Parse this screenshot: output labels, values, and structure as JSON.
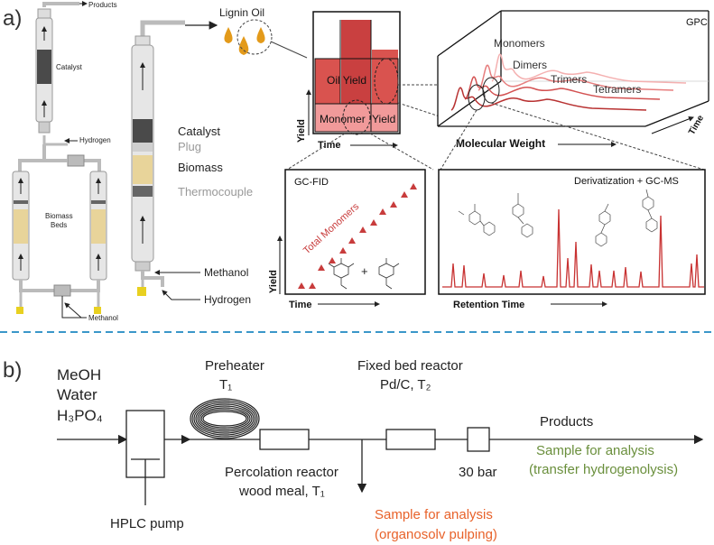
{
  "panel_a": {
    "label": "a)",
    "small_reactor": {
      "products": "Products",
      "catalyst": "Catalyst",
      "hydrogen": "Hydrogen",
      "biomass_beds_line1": "Biomass",
      "biomass_beds_line2": "Beds",
      "methanol": "Methanol"
    },
    "big_reactor": {
      "catalyst": "Catalyst",
      "plug": "Plug",
      "biomass": "Biomass",
      "thermocouple": "Thermocouple",
      "methanol": "Methanol",
      "hydrogen": "Hydrogen"
    },
    "lignin_oil": "Lignin Oil",
    "yield_box": {
      "oil_yield": "Oil Yield",
      "monomer": "Monomer",
      "yield": "Yield",
      "y_axis": "Yield",
      "x_axis": "Time"
    },
    "gpc": {
      "title": "GPC",
      "peaks": [
        "Monomers",
        "Dimers",
        "Trimers",
        "Tetramers"
      ],
      "x_axis": "Molecular Weight",
      "depth_axis": "Time"
    },
    "gcfid": {
      "title": "GC-FID",
      "series_label": "Total Monomers",
      "plus": "+",
      "x_axis": "Time",
      "y_axis": "Yield"
    },
    "gcms": {
      "title": "Derivatization + GC-MS",
      "x_axis": "Retention Time"
    },
    "colors": {
      "red_dark": "#b83232",
      "red_mid": "#d9534f",
      "red_light": "#f08080",
      "biomass": "#e8d49a",
      "catalyst": "#555555",
      "oil": "#e39a1a"
    }
  },
  "panel_b": {
    "label": "b)",
    "feed": [
      "MeOH",
      "Water",
      "H₃PO₄"
    ],
    "hplc_pump": "HPLC pump",
    "preheater": "Preheater",
    "preheater_temp": "T₁",
    "percolation_line1": "Percolation reactor",
    "percolation_line2": "wood meal, T₁",
    "fixed_bed_line1": "Fixed bed reactor",
    "fixed_bed_line2": "Pd/C, T₂",
    "pressure": "30 bar",
    "products": "Products",
    "sample_green_line1": "Sample for analysis",
    "sample_green_line2": "(transfer hydrogenolysis)",
    "sample_orange_line1": "Sample for  analysis",
    "sample_orange_line2": "(organosolv pulping)",
    "colors": {
      "green": "#6a8f3c",
      "orange": "#e8622a"
    }
  }
}
